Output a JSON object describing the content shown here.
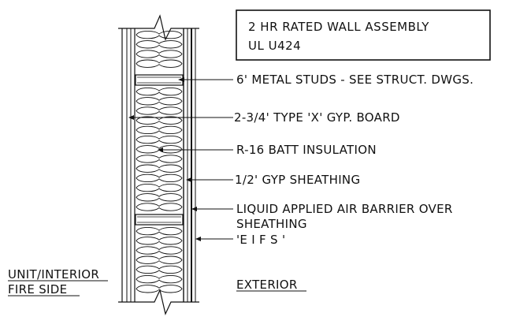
{
  "title_box": {
    "line1": "2 HR  RATED WALL ASSEMBLY",
    "line2": "UL U424"
  },
  "callouts": [
    {
      "id": "metal-studs",
      "text": "6' METAL STUDS - SEE STRUCT. DWGS."
    },
    {
      "id": "gyp-board",
      "text": "2-3/4' TYPE 'X' GYP. BOARD"
    },
    {
      "id": "batt-insulation",
      "text": "R-16 BATT INSULATION"
    },
    {
      "id": "gyp-sheathing",
      "text": "1/2' GYP SHEATHING"
    },
    {
      "id": "air-barrier",
      "text": "LIQUID APPLIED AIR BARRIER OVER",
      "text2": "SHEATHING"
    },
    {
      "id": "eifs",
      "text": "'E I F S '"
    }
  ],
  "side_labels": {
    "interior_line1": "UNIT/INTERIOR",
    "interior_line2": "FIRE SIDE",
    "exterior": "EXTERIOR"
  },
  "icons": [
    "break-line-icon",
    "arrowhead-icon",
    "batt-insulation-hatch"
  ]
}
